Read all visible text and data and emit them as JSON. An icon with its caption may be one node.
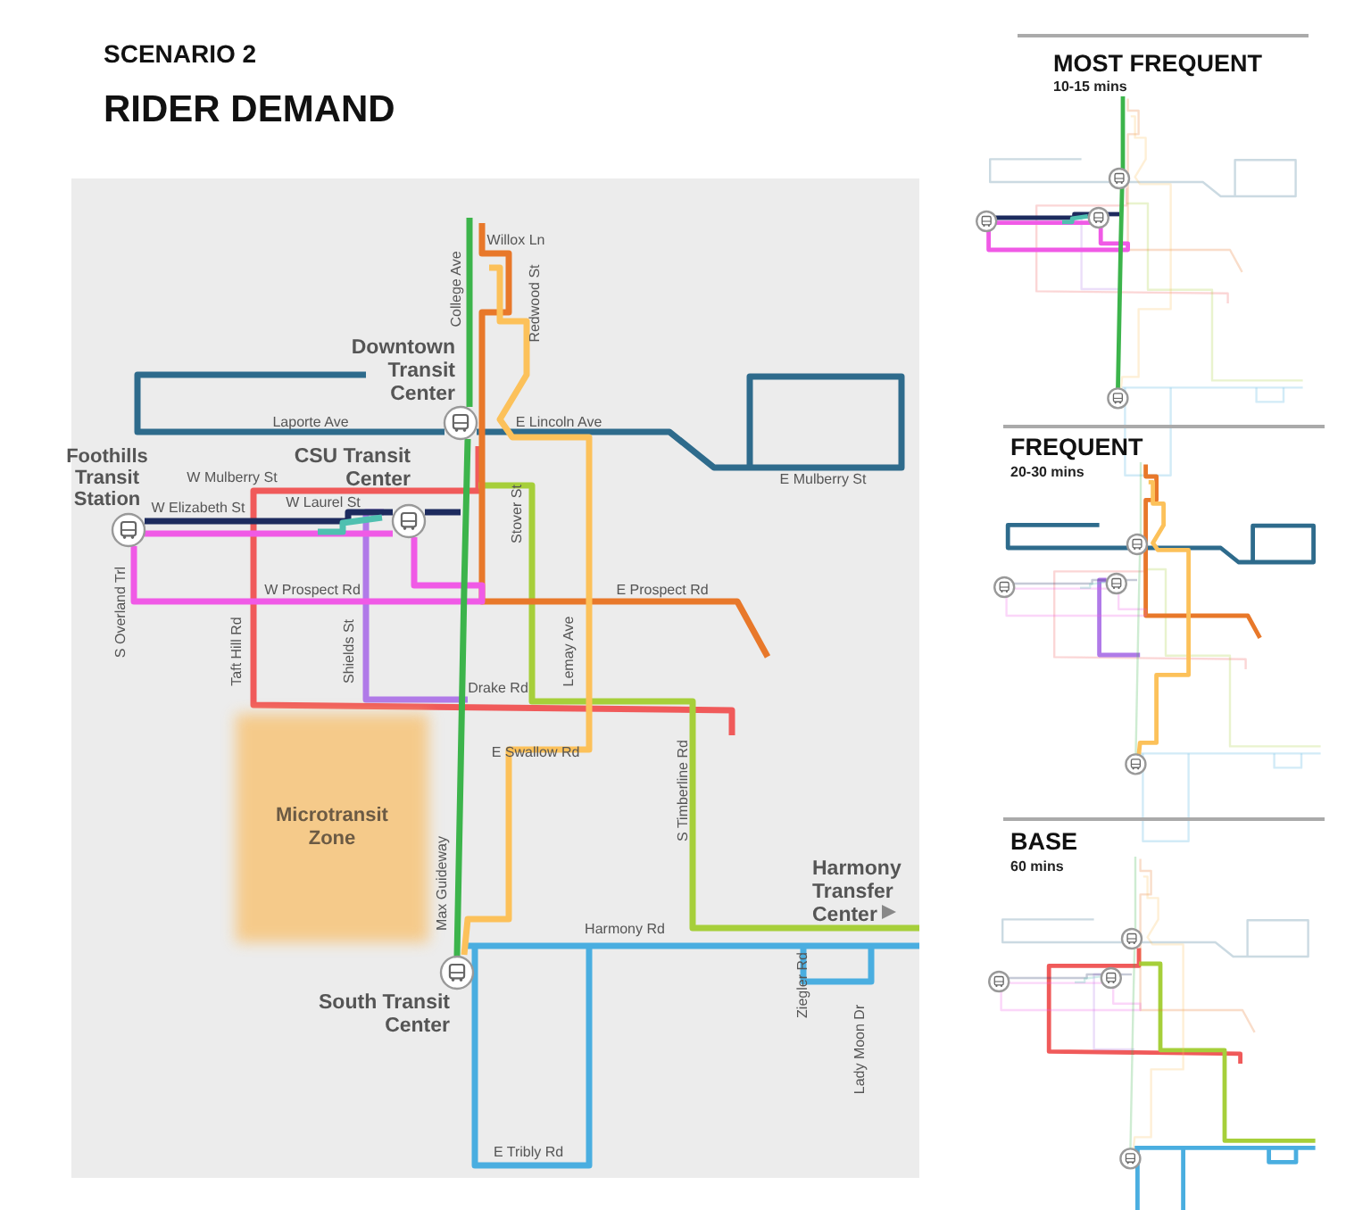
{
  "diagram": {
    "title": "RIDER DEMAND",
    "nodes": [
      {
        "text": [
          "Microtransit Zone"
        ]
      }
    ],
    "labels": [
      "SCENARIO 2",
      "Willox Ln",
      "College Ave",
      "Redwood St",
      "Downtown Transit Center",
      "Laporte Ave",
      "E Lincoln Ave",
      "Foothills Transit Station",
      "CSU Transit Center",
      "W Mulberry St",
      "E Mulberry St",
      "W Laurel St",
      "W Elizabeth St",
      "Stover St",
      "W Prospect Rd",
      "E Prospect Rd",
      "S Overland Trl",
      "Taft Hill Rd",
      "Shields St",
      "Lemay Ave",
      "Drake Rd",
      "E Swallow Rd",
      "S Timberline Rd",
      "Max Guideway",
      "Harmony Transfer Center",
      "Harmony Rd",
      "Ziegler Rd",
      "South Transit Center",
      "Lady Moon Dr",
      "E Tribly Rd",
      "MOST FREQUENT",
      "10-15 mins",
      "FREQUENT",
      "20-30 mins",
      "BASE",
      "60 mins"
    ]
  }
}
